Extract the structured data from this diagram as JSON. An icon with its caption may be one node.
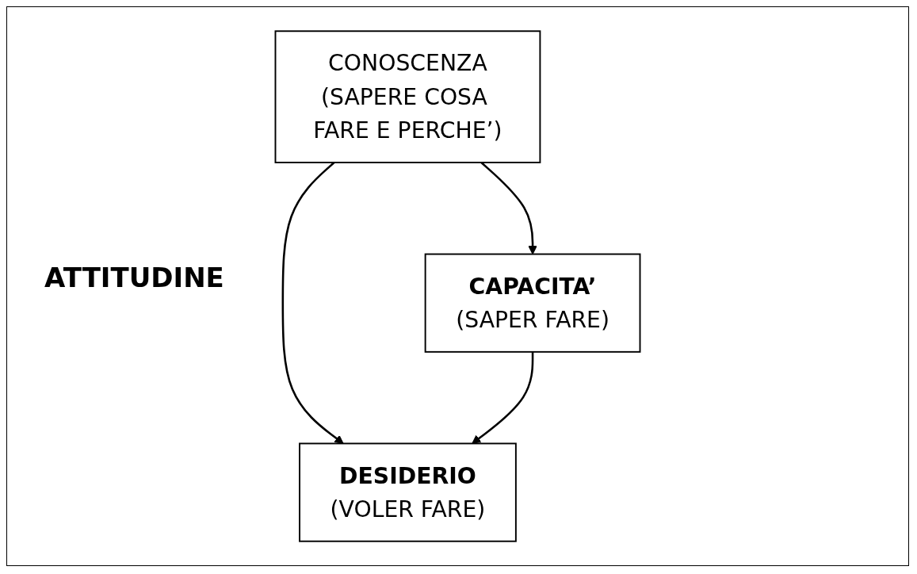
{
  "diagram": {
    "nodes": [
      {
        "text": [
          "CONOSCENZA",
          "(SAPERE COSA FARE E PERCHE’)"
        ]
      },
      {
        "text": [
          "CAPACITA’",
          "(SAPER FARE)"
        ]
      },
      {
        "text": [
          "DESIDERIO",
          "(VOLER FARE)"
        ]
      }
    ],
    "edges": [
      {
        "from": 0,
        "to": 1,
        "arrow": "to"
      },
      {
        "from": 0,
        "to": 2,
        "arrow": "to"
      },
      {
        "from": 1,
        "to": 2,
        "arrow": "to"
      }
    ],
    "labels": [
      "ATTITUDINE"
    ]
  }
}
